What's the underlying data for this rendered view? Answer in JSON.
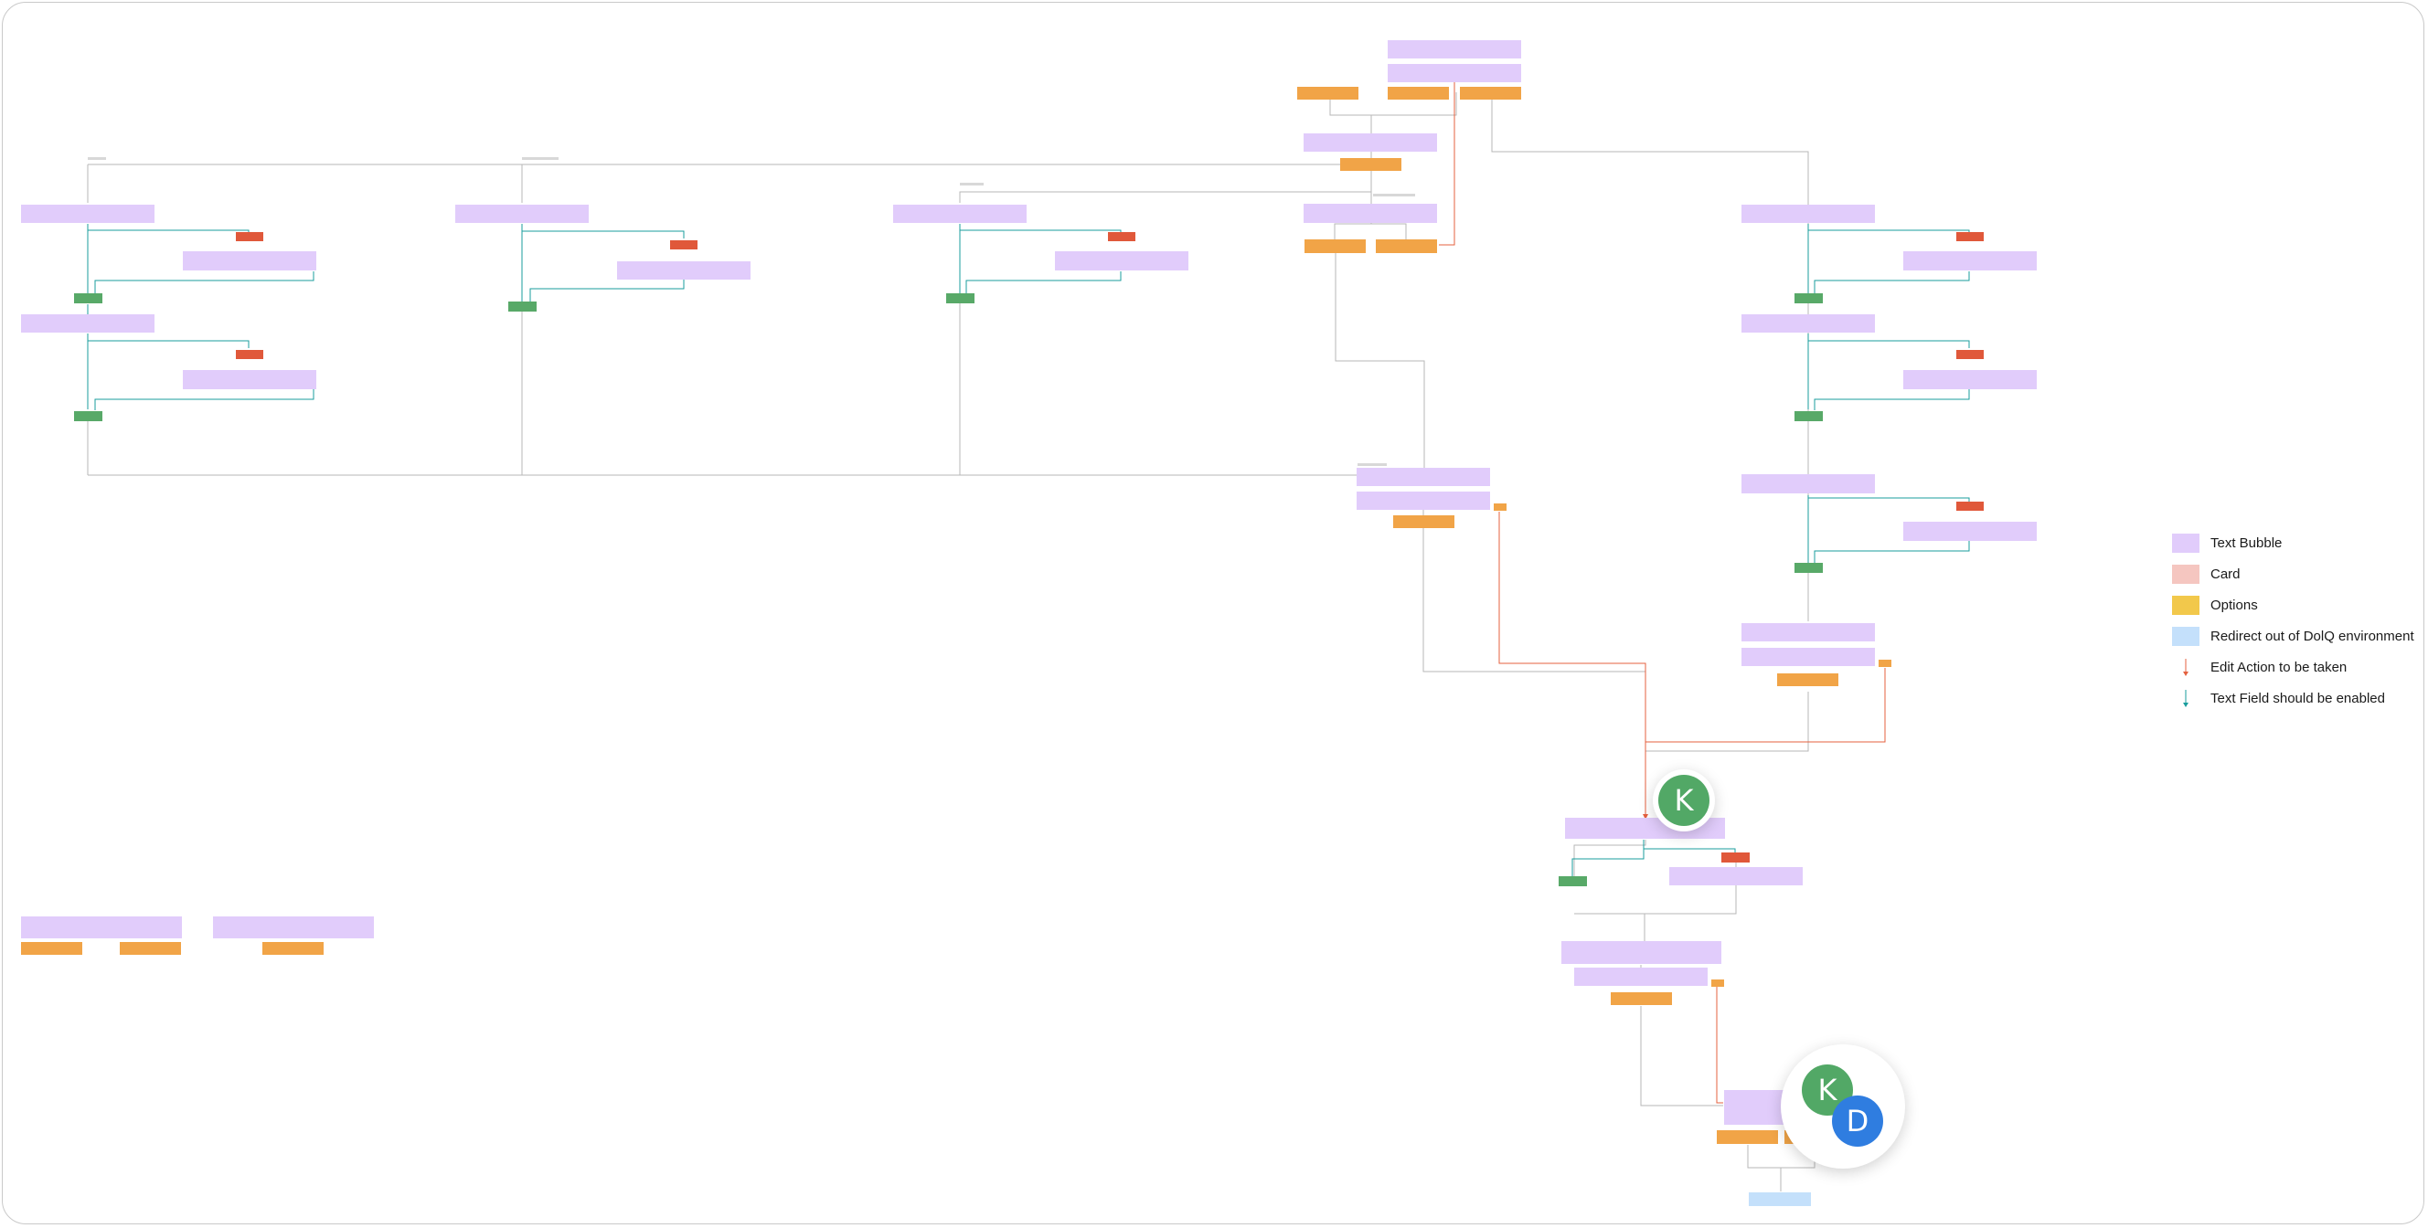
{
  "colors": {
    "text_bubble": "#e1ccfb",
    "card": "#f5c6c0",
    "options": "#f2c84b",
    "redirect": "#c4e0fb",
    "edit_arrow": "#e4603f",
    "text_field_arrow": "#1a9e9e",
    "option_node": "#f1a447",
    "edit_node": "#e0583a",
    "field_node": "#58a968"
  },
  "legend": [
    {
      "label": "Text Bubble",
      "swatch": "text_bubble"
    },
    {
      "label": "Card",
      "swatch": "card"
    },
    {
      "label": "Options",
      "swatch": "options"
    },
    {
      "label": "Redirect out of DolQ environment",
      "swatch": "redirect"
    },
    {
      "label": "Edit Action to be taken",
      "icon": "red-down-arrow-icon"
    },
    {
      "label": "Text Field should be enabled",
      "icon": "teal-down-arrow-icon"
    }
  ],
  "avatars": [
    {
      "initial": "K",
      "color": "#52a866"
    },
    {
      "initial": "K",
      "color": "#52a866"
    },
    {
      "initial": "D",
      "color": "#2f7de0"
    }
  ]
}
